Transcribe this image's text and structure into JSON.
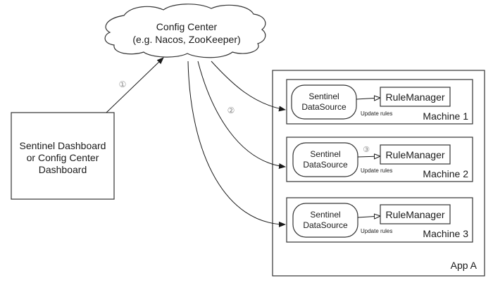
{
  "config_center": {
    "line1": "Config Center",
    "line2": "(e.g. Nacos, ZooKeeper)"
  },
  "dashboard": {
    "line1": "Sentinel Dashboard",
    "line2": "or Config Center",
    "line3": "Dashboard"
  },
  "app": {
    "label": "App A"
  },
  "machines": [
    {
      "label": "Machine 1",
      "datasource_line1": "Sentinel",
      "datasource_line2": "DataSource",
      "rule_manager": "RuleManager",
      "edge_label": "Update rules"
    },
    {
      "label": "Machine 2",
      "datasource_line1": "Sentinel",
      "datasource_line2": "DataSource",
      "rule_manager": "RuleManager",
      "edge_label": "Update rules"
    },
    {
      "label": "Machine 3",
      "datasource_line1": "Sentinel",
      "datasource_line2": "DataSource",
      "rule_manager": "RuleManager",
      "edge_label": "Update rules"
    }
  ],
  "steps": {
    "step1": "①",
    "step2": "②",
    "step3": "③"
  }
}
